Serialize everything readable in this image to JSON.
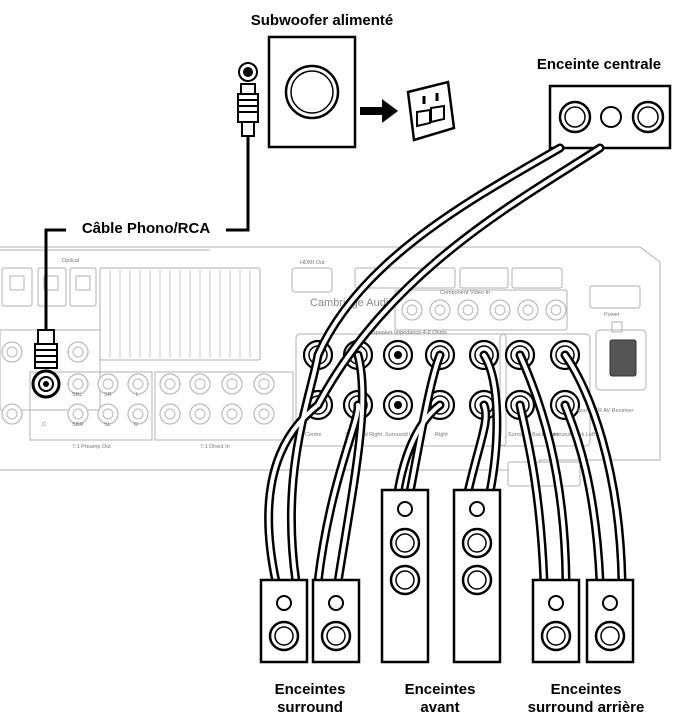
{
  "labels": {
    "subwoofer": "Subwoofer alimenté",
    "center_speaker": "Enceinte centrale",
    "cable": "Câble Phono/RCA",
    "surround_line1": "Enceintes",
    "surround_line2": "surround",
    "front_line1": "Enceintes",
    "front_line2": "avant",
    "rear_line1": "Enceintes",
    "rear_line2": "surround arrière"
  },
  "panel": {
    "brand": "Cambridge Audio",
    "model": "Azur 551R AV Receiver",
    "speaker_impedance": "Speaker Impedance 4-8 Ohms",
    "hdmi_out": "HDMI Out",
    "component_video_in": "Component Video In",
    "optical": "Optical",
    "preamp_out": "7.1 Preamp Out",
    "direct_in": "7.1 Direct In",
    "power": "Power",
    "terminals": [
      "Centre",
      "Surround Right",
      "Surround Left",
      "Right",
      "Left",
      "Surround Back Right",
      "Surround Back Left"
    ],
    "preamp_channels": [
      "C",
      "SBR",
      "SL",
      "R"
    ],
    "preamp_channels_top": [
      "SW",
      "SBL",
      "SR",
      "L"
    ]
  }
}
